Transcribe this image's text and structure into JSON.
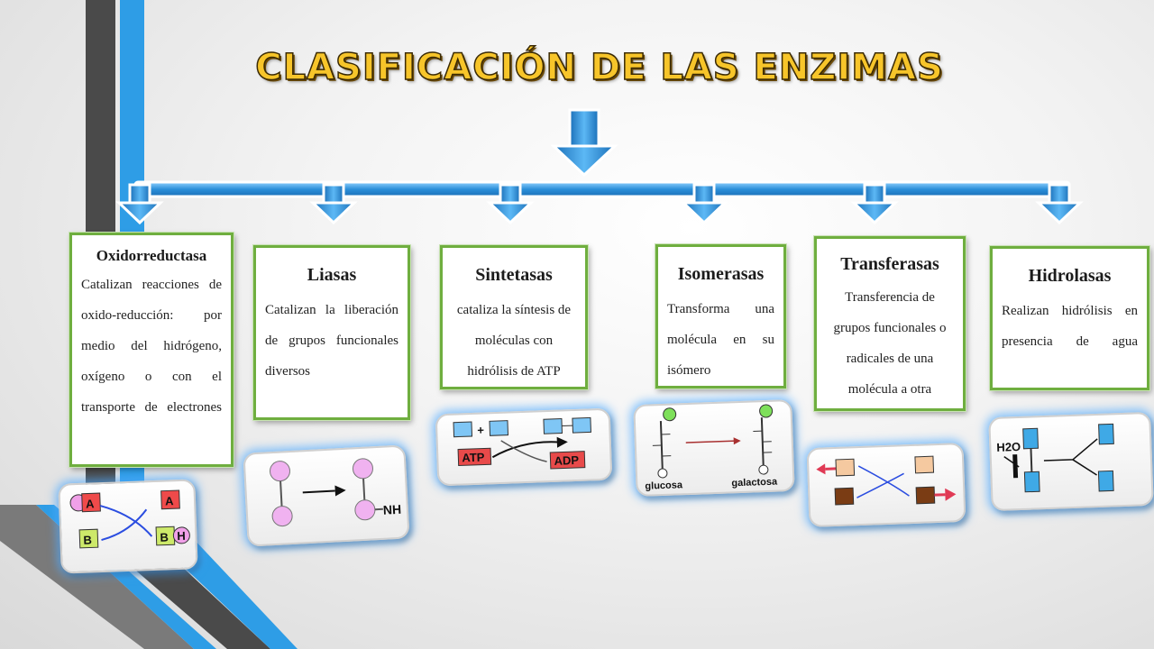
{
  "title": "Clasificación de las enzimas",
  "categories": [
    {
      "name": "Oxidorreductasa",
      "description": "Catalizan reacciones de oxido-reducción: por medio del hidrógeno, oxígeno o con el transporte de electrones"
    },
    {
      "name": "Liasas",
      "description": "Catalizan la liberación de grupos funcionales diversos"
    },
    {
      "name": "Sintetasas",
      "description": "cataliza la síntesis de moléculas con hidrólisis de ATP"
    },
    {
      "name": "Isomerasas",
      "description": "Transforma una molécula en su isómero"
    },
    {
      "name": "Transferasas",
      "description": "Transferencia de grupos funcionales o radicales de una molécula a otra"
    },
    {
      "name": "Hidrolasas",
      "description": "Realizan hidrólisis en presencia de agua"
    }
  ],
  "images": {
    "oxido": {
      "a": "A",
      "b": "B",
      "h": "H"
    },
    "liasa": {
      "nh": "NH"
    },
    "sintetasa": {
      "plus": "+",
      "atp": "ATP",
      "adp": "ADP"
    },
    "isomerasa": {
      "left": "glucosa",
      "right": "galactosa"
    },
    "hidrolasa": {
      "water": "H2O"
    }
  },
  "colors": {
    "arrow": "#2b8fd9",
    "box_border": "#6fae3f",
    "title": "#f7c52a"
  }
}
